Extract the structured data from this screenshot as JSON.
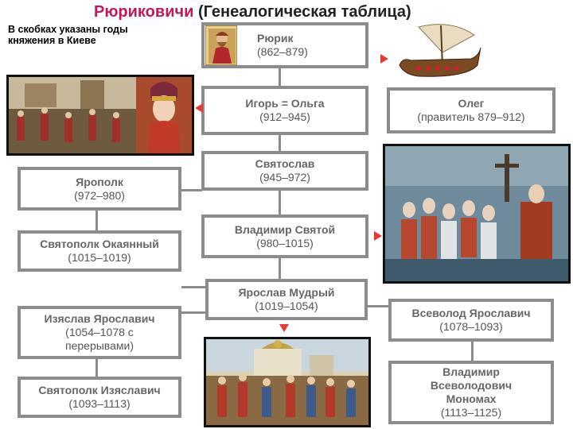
{
  "title": {
    "main": "Рюриковичи",
    "sub": " (Генеалогическая таблица)"
  },
  "note": "В скобках указаны годы княжения в Киеве",
  "boxes": {
    "rurik": {
      "name": "Рюрик",
      "years": "(862–879)"
    },
    "igor_olga": {
      "name": "Игорь = Ольга",
      "years": "(912–945)"
    },
    "oleg": {
      "name": "Олег",
      "years": "(правитель 879–912)"
    },
    "svyatoslav": {
      "name": "Святослав",
      "years": "(945–972)"
    },
    "yaropolk": {
      "name": "Ярополк",
      "years": "(972–980)"
    },
    "vladimir": {
      "name": "Владимир Святой",
      "years": "(980–1015)"
    },
    "svyatopolk": {
      "name": "Святополк Окаянный",
      "years": "(1015–1019)"
    },
    "yaroslav": {
      "name": "Ярослав Мудрый",
      "years": "(1019–1054)"
    },
    "izyaslav": {
      "name": "Изяслав Ярославич",
      "years": "(1054–1078 с перерывами)"
    },
    "vsevolod": {
      "name": "Всеволод Ярославич",
      "years": "(1078–1093)"
    },
    "svyatopolk_iz": {
      "name": "Святополк Изяславич",
      "years": "(1093–1113)"
    },
    "monomakh": {
      "name": "Владимир Всеволодович Мономах",
      "years": "(1113–1125)"
    }
  },
  "colors": {
    "title": "#c2185b",
    "box_border": "#8c8c8c",
    "arrow": "#e53935"
  }
}
